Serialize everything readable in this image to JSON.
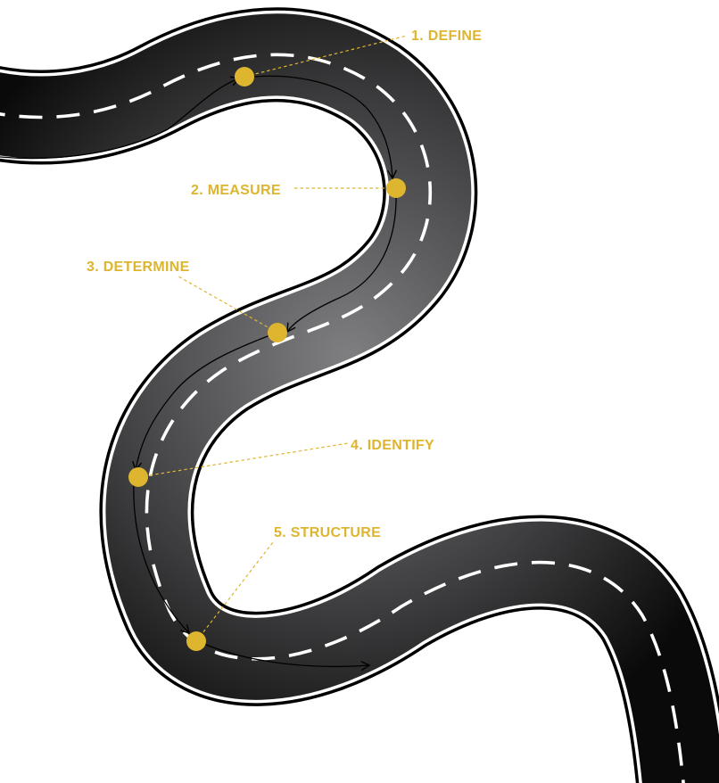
{
  "colors": {
    "accent": "#DDB52F",
    "road_dark": "#0A0A0A",
    "road_light": "#7F7F81",
    "road_edge": "#000000",
    "lane_marking": "#FFFFFF",
    "direction_arrow": "#000000",
    "background": "#FFFFFF"
  },
  "steps": [
    {
      "label": "1. DEFINE"
    },
    {
      "label": "2. MEASURE"
    },
    {
      "label": "3. DETERMINE"
    },
    {
      "label": "4. IDENTIFY"
    },
    {
      "label": "5. STRUCTURE"
    }
  ],
  "icons": {
    "step_marker": "yellow-dot-icon",
    "direction_arrow": "arrowhead-icon"
  }
}
